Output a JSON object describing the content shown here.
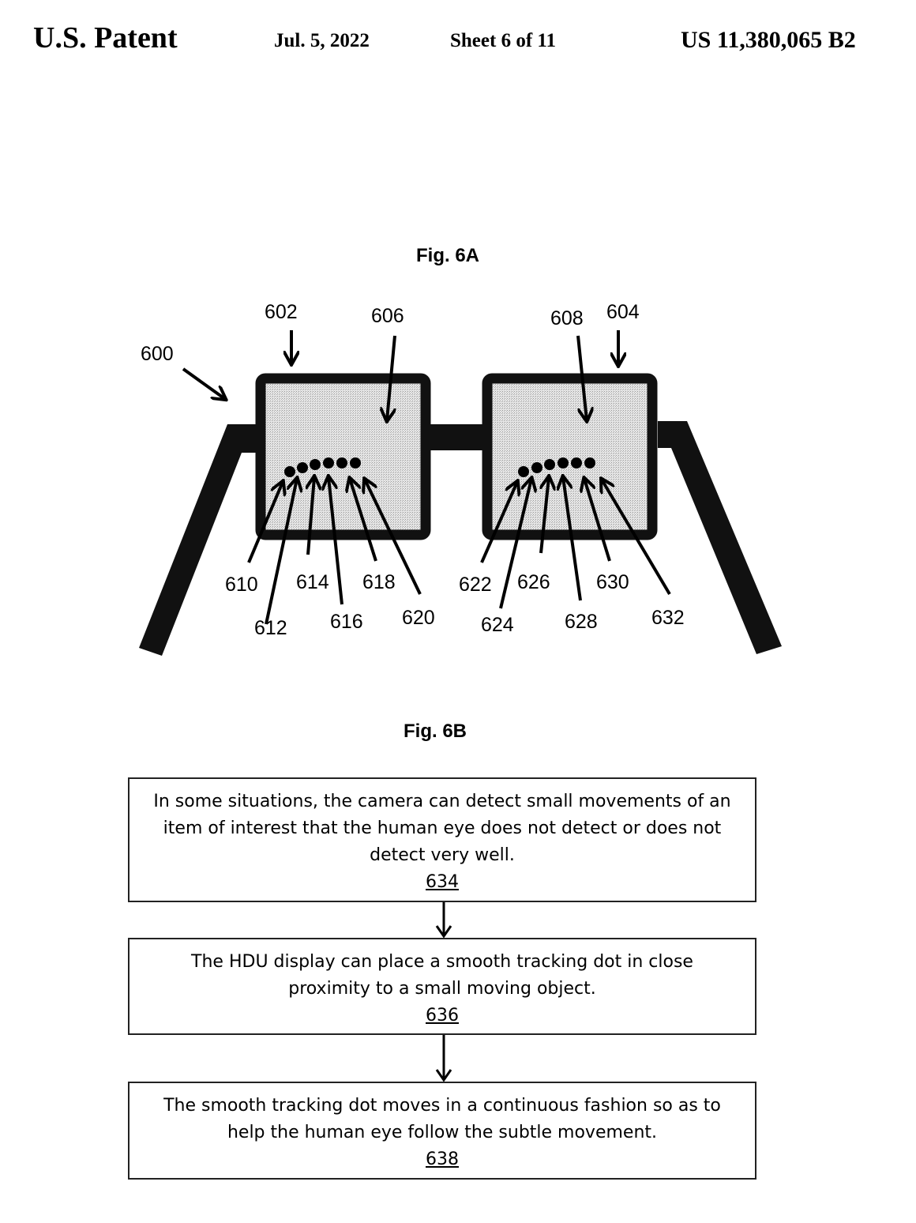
{
  "header": {
    "title": "U.S. Patent",
    "date": "Jul. 5, 2022",
    "sheet": "Sheet 6 of 11",
    "patent_number": "US 11,380,065 B2"
  },
  "fig6a": {
    "label": "Fig. 6A",
    "refs": {
      "device": "600",
      "left_lens": "602",
      "right_lens": "604",
      "left_display": "606",
      "right_display": "608",
      "left_dots": [
        "610",
        "612",
        "614",
        "616",
        "618",
        "620"
      ],
      "right_dots": [
        "622",
        "624",
        "626",
        "628",
        "630",
        "632"
      ]
    }
  },
  "fig6b": {
    "label": "Fig. 6B",
    "steps": [
      {
        "text": "In some situations, the camera can detect small movements of an item of interest that the human eye does not detect or does not detect very well.",
        "ref": "634"
      },
      {
        "text": "The HDU display can place a smooth tracking dot in close proximity to a small moving object.",
        "ref": "636"
      },
      {
        "text": "The smooth tracking dot moves  in a continuous fashion so as to help the human eye follow the subtle movement.",
        "ref": "638"
      }
    ]
  }
}
